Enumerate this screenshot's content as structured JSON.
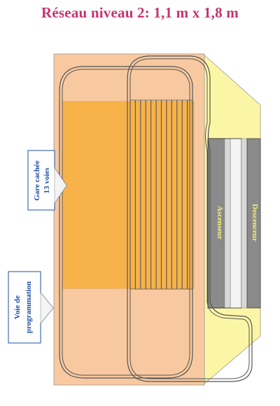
{
  "title": "Réseau niveau 2: 1,1 m x 1,8 m",
  "labels": {
    "hidden_station_line1": "Gare cachée",
    "hidden_station_line2": "13 voies",
    "programming_line1": "Voie de",
    "programming_line2": "programmation",
    "ascenseur": "Ascenseur",
    "descenseur": "Descenceur"
  },
  "colors": {
    "title": "#c8336e",
    "board": "#f8c9a0",
    "station_block": "#f7b24a",
    "extension": "#fbf6a6",
    "lift": "#8a8a8a",
    "lift_text": "#f4f07a",
    "track": "#555555",
    "callout_border": "#1e4fa6",
    "callout_text": "#1e4fa6"
  },
  "hidden_station_tracks": 13
}
